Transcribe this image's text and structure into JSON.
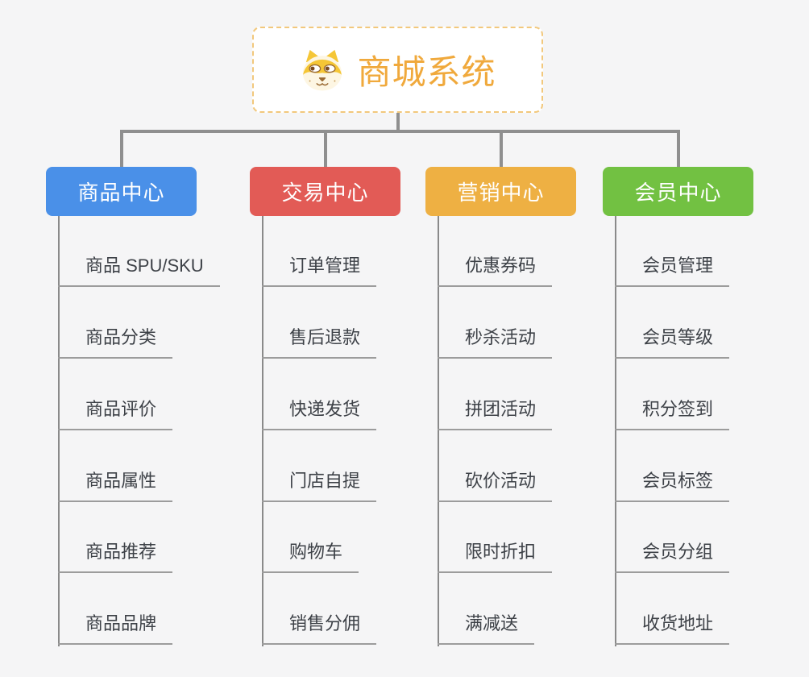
{
  "canvas": {
    "background": "#f5f5f6",
    "connector_color": "#8f8f8f",
    "leaf_line_color": "#9c9c9c"
  },
  "root": {
    "title": "商城系统",
    "icon": "dog-face-icon",
    "text_color": "#f0a93c",
    "border_color": "#f2c87c",
    "background": "#ffffff"
  },
  "branches": [
    {
      "label": "商品中心",
      "color": "#4a90e8",
      "children": [
        "商品 SPU/SKU",
        "商品分类",
        "商品评价",
        "商品属性",
        "商品推荐",
        "商品品牌"
      ]
    },
    {
      "label": "交易中心",
      "color": "#e25b56",
      "children": [
        "订单管理",
        "售后退款",
        "快递发货",
        "门店自提",
        "购物车",
        "销售分佣"
      ]
    },
    {
      "label": "营销中心",
      "color": "#eeb043",
      "children": [
        "优惠券码",
        "秒杀活动",
        "拼团活动",
        "砍价活动",
        "限时折扣",
        "满减送"
      ]
    },
    {
      "label": "会员中心",
      "color": "#72c142",
      "children": [
        "会员管理",
        "会员等级",
        "积分签到",
        "会员标签",
        "会员分组",
        "收货地址"
      ]
    }
  ]
}
